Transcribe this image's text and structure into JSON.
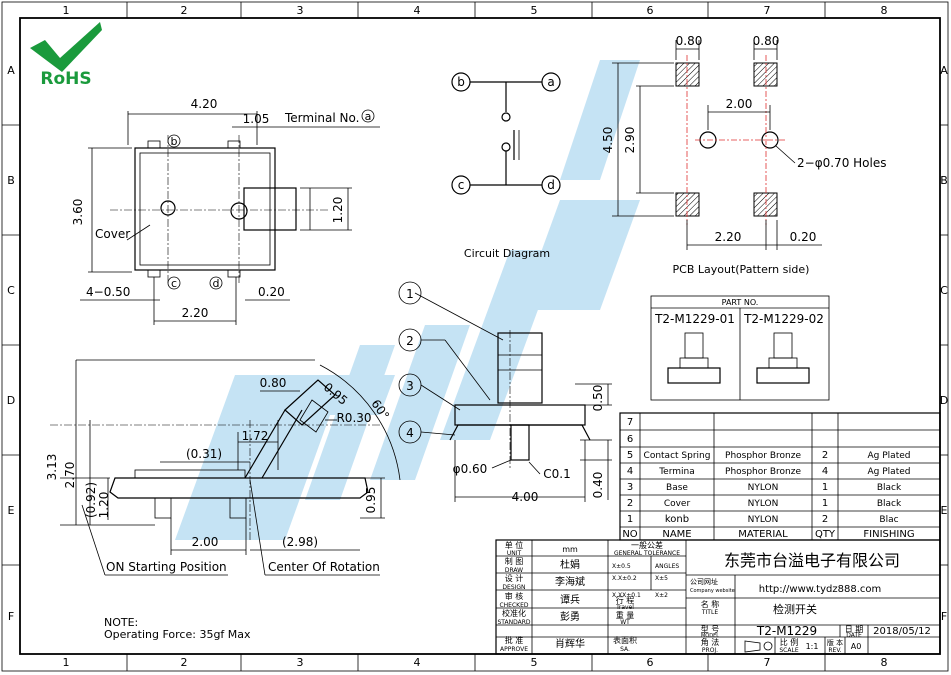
{
  "grid": {
    "cols": [
      "1",
      "2",
      "3",
      "4",
      "5",
      "6",
      "7",
      "8"
    ],
    "rows": [
      "A",
      "B",
      "C",
      "D",
      "E",
      "F"
    ]
  },
  "logo": {
    "text": "RoHS"
  },
  "top_view": {
    "dim_width": "4.20",
    "dim_terminal_offset": "1.05",
    "terminal_label": "Terminal No.",
    "terminal_a": "a",
    "terminal_b": "b",
    "terminal_c": "c",
    "terminal_d": "d",
    "dim_height": "3.60",
    "dim_shaft": "1.20",
    "cover_label": "Cover",
    "dim_terminals": "4−0.50",
    "dim_pitch": "2.20",
    "dim_gap": "0.20"
  },
  "circuit": {
    "label": "Circuit Diagram",
    "a": "a",
    "b": "b",
    "c": "c",
    "d": "d"
  },
  "pcb": {
    "dim_pad_w1": "0.80",
    "dim_pad_w2": "0.80",
    "dim_pitch_h": "2.00",
    "dim_total_h": "4.50",
    "dim_inner_h": "2.90",
    "holes_label": "2−φ0.70 Holes",
    "dim_pitch_b": "2.20",
    "dim_gap_b": "0.20",
    "label": "PCB Layout(Pattern side)"
  },
  "part_no": {
    "header": "PART NO.",
    "p1": "T2-M1229-01",
    "p2": "T2-M1229-02"
  },
  "side_view": {
    "c1": "1",
    "c2": "2",
    "c3": "3",
    "c4": "4",
    "dim_050": "0.50",
    "dim_dia": "φ0.60",
    "dim_c01": "C0.1",
    "dim_width": "4.00",
    "dim_040": "0.40"
  },
  "rotation_view": {
    "dim_080": "0.80",
    "dim_095a": "0.95",
    "dim_r030": "R0.30",
    "dim_angle": "60°",
    "dim_172": "1.72",
    "dim_031": "(0.31)",
    "dim_313": "3.13",
    "dim_270": "2.70",
    "dim_120": "1.20",
    "dim_092": "(0.92)",
    "dim_095b": "0.95",
    "dim_200": "2.00",
    "dim_298": "(2.98)",
    "on_label": "ON Starting Position",
    "center_label": "Center Of Rotation"
  },
  "note": {
    "title": "NOTE:",
    "text": "Operating Force: 35gf Max"
  },
  "bom": {
    "header": [
      "NO",
      "NAME",
      "MATERIAL",
      "QTY",
      "FINISHING"
    ],
    "rows": [
      [
        "7",
        "",
        "",
        "",
        ""
      ],
      [
        "6",
        "",
        "",
        "",
        ""
      ],
      [
        "5",
        "Contact Spring",
        "Phosphor Bronze",
        "2",
        "Ag Plated"
      ],
      [
        "4",
        "Termina",
        "Phosphor Bronze",
        "4",
        "Ag Plated"
      ],
      [
        "3",
        "Base",
        "NYLON",
        "1",
        "Black"
      ],
      [
        "2",
        "Cover",
        "NYLON",
        "1",
        "Black"
      ],
      [
        "1",
        "konb",
        "NYLON",
        "2",
        "Blac"
      ]
    ]
  },
  "title_block": {
    "unit_l": "单 位",
    "unit_e": "UNIT",
    "unit_v": "mm",
    "gt_l": "一般公差",
    "gt_e": "GENERAL TOLERANCE",
    "draw_l": "制 图",
    "draw_e": "DRAW",
    "draw_v": "杜娟",
    "design_l": "设 计",
    "design_e": "DESIGN",
    "design_v": "李海斌",
    "check_l": "审 核",
    "check_e": "CHECKED",
    "check_v": "谭兵",
    "std_l": "校准化",
    "std_e": "STANDARD",
    "std_v": "彭勇",
    "app_l": "批 准",
    "app_e": "APPROVE",
    "app_v": "肖辉华",
    "tol1": "X±0.5",
    "tol2": "X.X±0.2",
    "tol3": "X.XX±0.1",
    "ang_l": "ANGLES",
    "ang1": "X±5",
    "ang2": "X±2",
    "travel_l": "行 程",
    "travel_e": "Travel",
    "wt_l": "重 量",
    "wt_e": "WT",
    "sa_l": "表面积",
    "sa_e": "SA.",
    "company": "东莞市台溢电子有限公司",
    "web_l": "公司网址",
    "web_e": "Company website",
    "web": "http://www.tydz888.com",
    "title_l": "名 称",
    "title_e": "TITLE",
    "title_v": "检测开关",
    "model_l": "型 号",
    "model_e": "MODEL",
    "model_v": "T2-M1229",
    "proj_l": "角 法",
    "proj_e": "PROJ.",
    "scale_l": "比 例",
    "scale_e": "SCALE",
    "scale_v": "1:1",
    "rev_l": "版 本",
    "rev_e": "REV.",
    "rev_v": "A0",
    "date_l": "日 期",
    "date_e": "DATE",
    "date_v": "2018/05/12"
  },
  "colors": {
    "watermark": "#bfe0f3",
    "rohs_green": "#1a9a3c",
    "red": "#e03030"
  }
}
